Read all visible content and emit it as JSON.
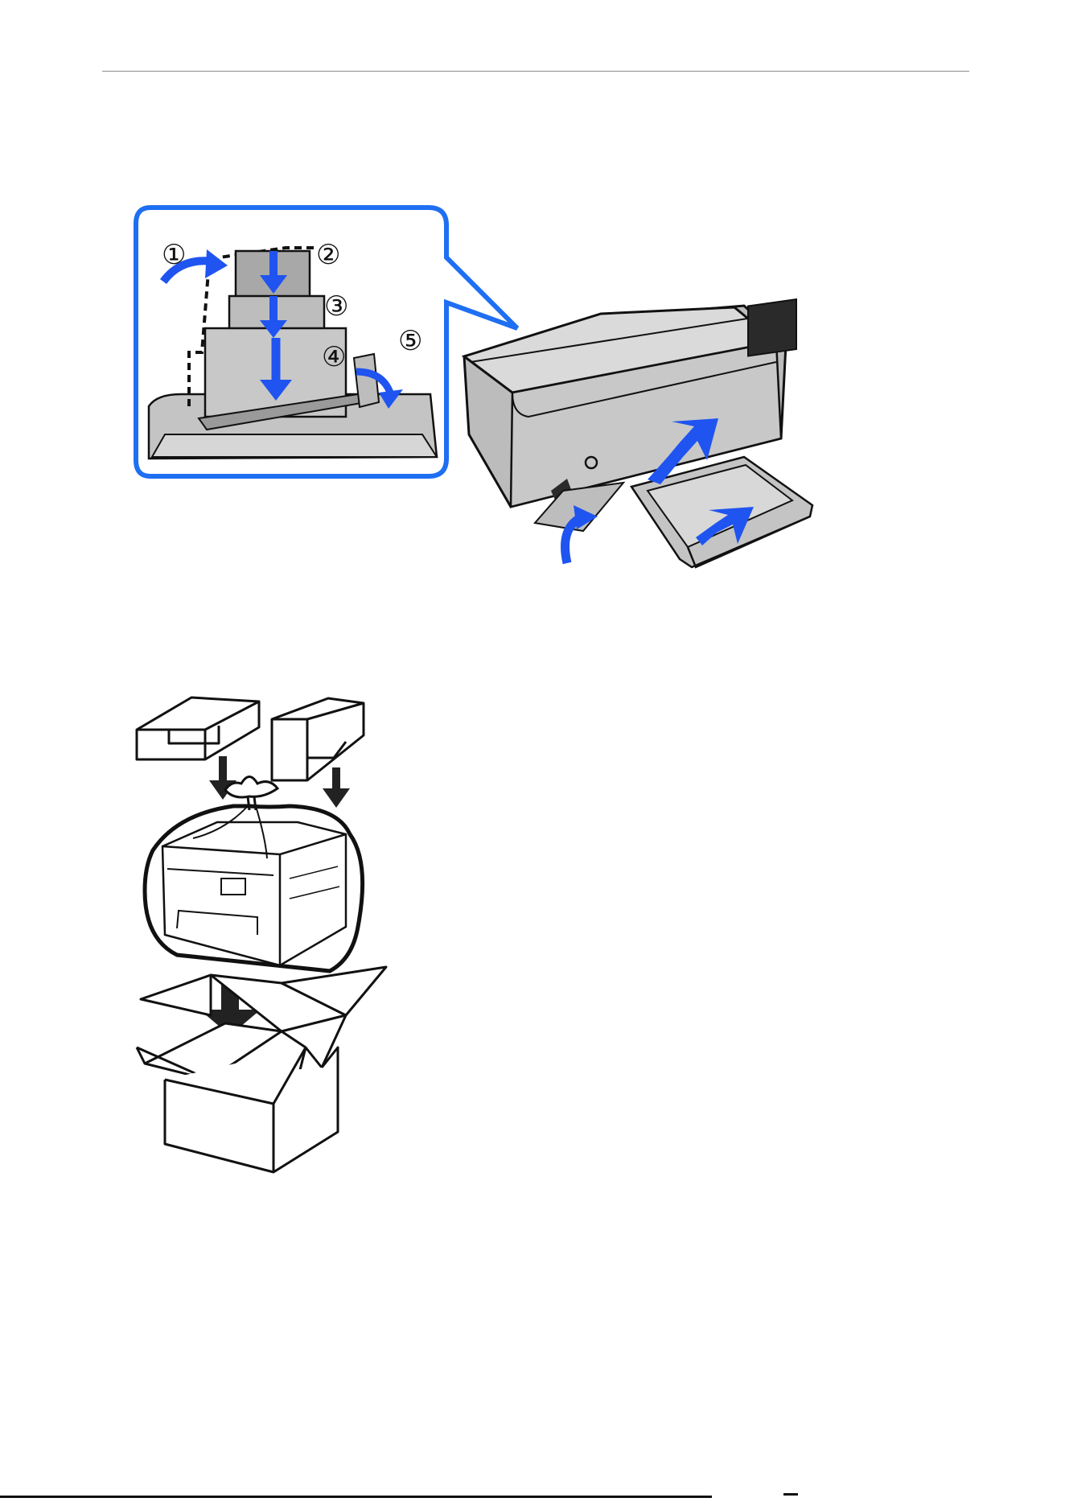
{
  "figure1": {
    "step_labels": [
      "①",
      "②",
      "③",
      "④",
      "⑤"
    ],
    "colors": {
      "callout_border": "#1e6ff2",
      "arrow_blue": "#1f54f0",
      "printer_body": "#c4c4c4",
      "printer_dark": "#2a2a2a"
    }
  },
  "figure2": {
    "colors": {
      "line": "#111111",
      "fill": "#ffffff",
      "arrow": "#222222"
    }
  }
}
